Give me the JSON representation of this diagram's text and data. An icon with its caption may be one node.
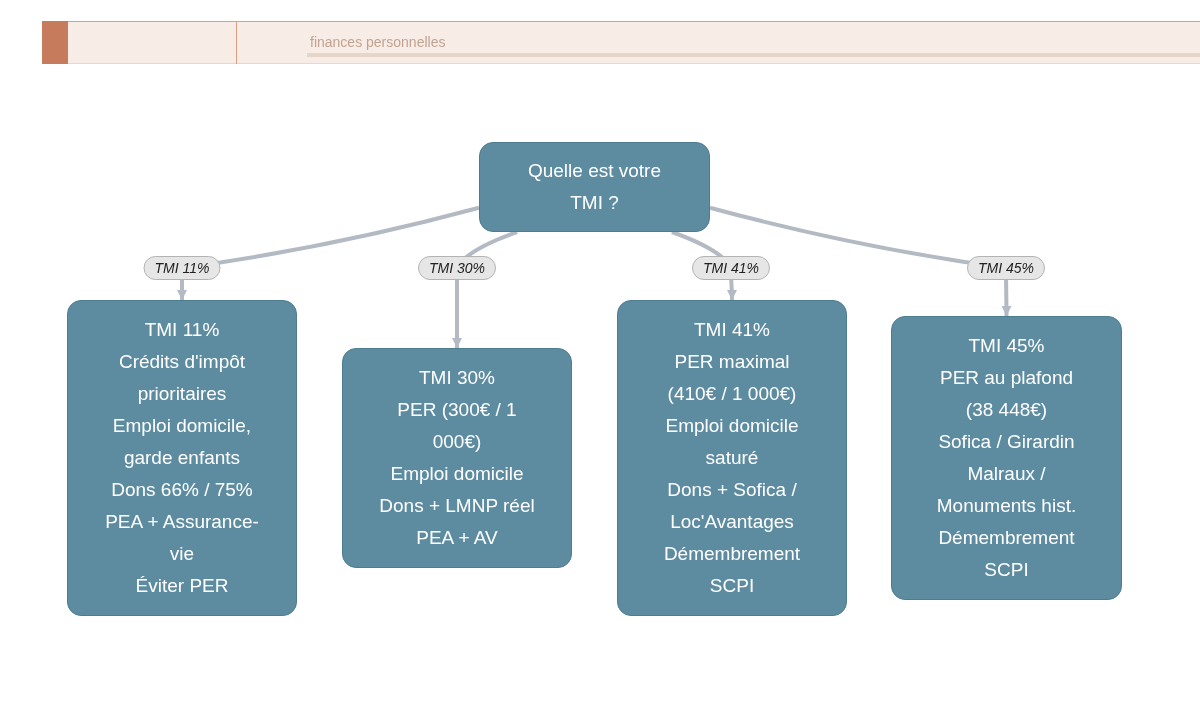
{
  "diagram": {
    "nodes": [
      {
        "text": [
          "Quelle est votre TMI ?"
        ]
      },
      {
        "text": [
          "TMI 11%",
          "Crédits d'impôt prioritaires",
          "Emploi domicile, garde enfants",
          "Dons 66% / 75%",
          "PEA + Assurance-vie",
          "Éviter PER"
        ]
      },
      {
        "text": [
          "TMI 30%",
          "PER (300€ / 1 000€)",
          "Emploi domicile",
          "Dons + LMNP réel",
          "PEA + AV"
        ]
      },
      {
        "text": [
          "TMI 41%",
          "PER maximal (410€ / 1 000€)",
          "Emploi domicile saturé",
          "Dons + Sofica / Loc'Avantages",
          "Démembrement SCPI"
        ]
      },
      {
        "text": [
          "TMI 45%",
          "PER au plafond (38 448€)",
          "Sofica / Girardin",
          "Malraux / Monuments hist.",
          "Démembrement SCPI"
        ]
      }
    ],
    "edges": [
      {
        "from": 0,
        "to": 1,
        "arrow": "to",
        "label": "TMI 11%"
      },
      {
        "from": 0,
        "to": 2,
        "arrow": "to",
        "label": "TMI 30%"
      },
      {
        "from": 0,
        "to": 3,
        "arrow": "to",
        "label": "TMI 41%"
      },
      {
        "from": 0,
        "to": 4,
        "arrow": "to",
        "label": "TMI 45%"
      }
    ],
    "labels": [
      "finances personnelles"
    ]
  }
}
